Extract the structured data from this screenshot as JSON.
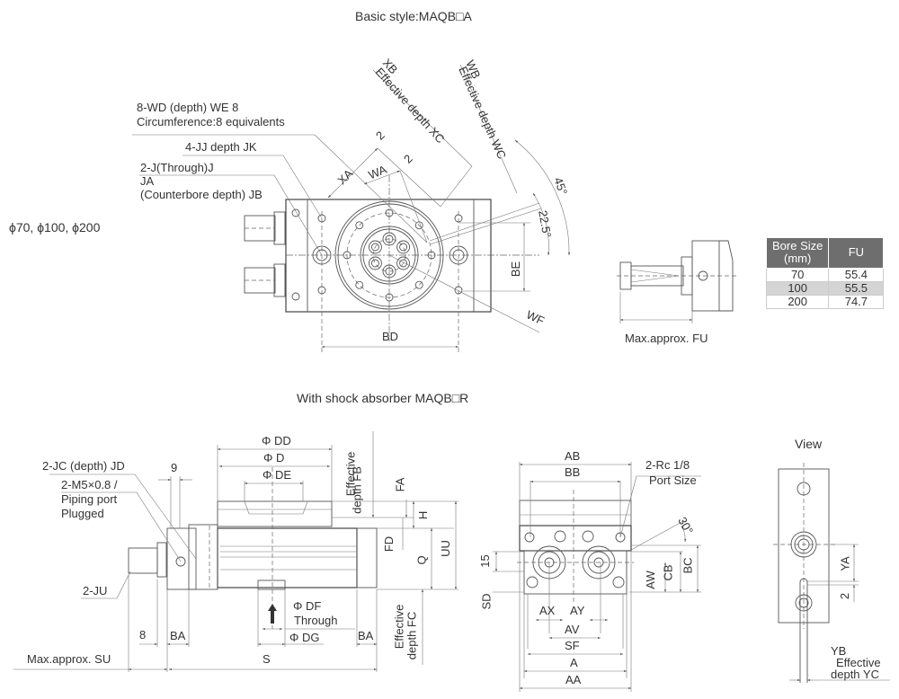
{
  "titles": {
    "basic_style": "Basic style:MAQB□A",
    "shock_absorber": "With shock absorber MAQB□R",
    "view": "View",
    "bore_sizes": "ϕ70, ϕ100, ϕ200"
  },
  "top_view": {
    "callouts": {
      "wd_line1": "8-WD (depth) WE 8",
      "wd_line2": "Circumference:8 equivalents",
      "jj": "4-JJ  depth  JK",
      "j_line1": "2-J(Through)J",
      "j_line2": "JA",
      "j_line3": "(Counterbore depth) JB",
      "xb": "XB",
      "xb_depth": "Effective depth  XC",
      "wb": "WB",
      "wb_depth": "Effective depth  WC",
      "xa": "XA",
      "wa": "WA",
      "two_a": "2",
      "two_b": "2",
      "angle_45": "45°",
      "angle_22": "22.5°",
      "be": "BE",
      "bd": "BD",
      "wf": "WF"
    }
  },
  "fu_view": {
    "label": "Max.approx.  FU"
  },
  "fu_table": {
    "headers": [
      "Bore Size (mm)",
      "FU"
    ],
    "header_bore_line1": "Bore Size",
    "header_bore_line2": "(mm)",
    "header_fu": "FU",
    "rows": [
      {
        "bore": "70",
        "fu": "55.4"
      },
      {
        "bore": "100",
        "fu": "55.5"
      },
      {
        "bore": "200",
        "fu": "74.7"
      }
    ]
  },
  "side_view": {
    "callouts": {
      "jc": "2-JC (depth) JD",
      "m5_line1": "2-M5×0.8 /",
      "m5_line2": "Piping port",
      "m5_line3": "Plugged",
      "nine": "9",
      "ju": "2-JU",
      "eight": "8",
      "ba_left": "BA",
      "ba_right": "BA",
      "su": "Max.approx.  SU",
      "s": "S",
      "dd": "Φ DD",
      "d": "Φ D",
      "de": "Φ DE",
      "df_line1": "Φ DF",
      "df_line2": "Through",
      "dg": "Φ DG",
      "fb_line1": "Effective",
      "fb_line2": "depth  FB",
      "fa": "FA",
      "h": "H",
      "fd": "FD",
      "q": "Q",
      "uu": "UU",
      "fc_line1": "Effective",
      "fc_line2": "depth  FC"
    }
  },
  "front_view": {
    "callouts": {
      "ab": "AB",
      "bb": "BB",
      "rc_line1": "2-Rc 1/8",
      "rc_line2": "Port  Size",
      "angle_30": "30°",
      "fifteen": "15",
      "sd": "SD",
      "aw": "AW",
      "cb": "CB",
      "bc": "BC",
      "ax": "AX",
      "ay": "AY",
      "av": "AV",
      "sf": "SF",
      "a": "A",
      "aa": "AA"
    }
  },
  "detail_view": {
    "callouts": {
      "ya": "YA",
      "two": "2",
      "yb": "YB",
      "yb_line2": "Effective",
      "yb_line3": "depth  YC"
    }
  }
}
